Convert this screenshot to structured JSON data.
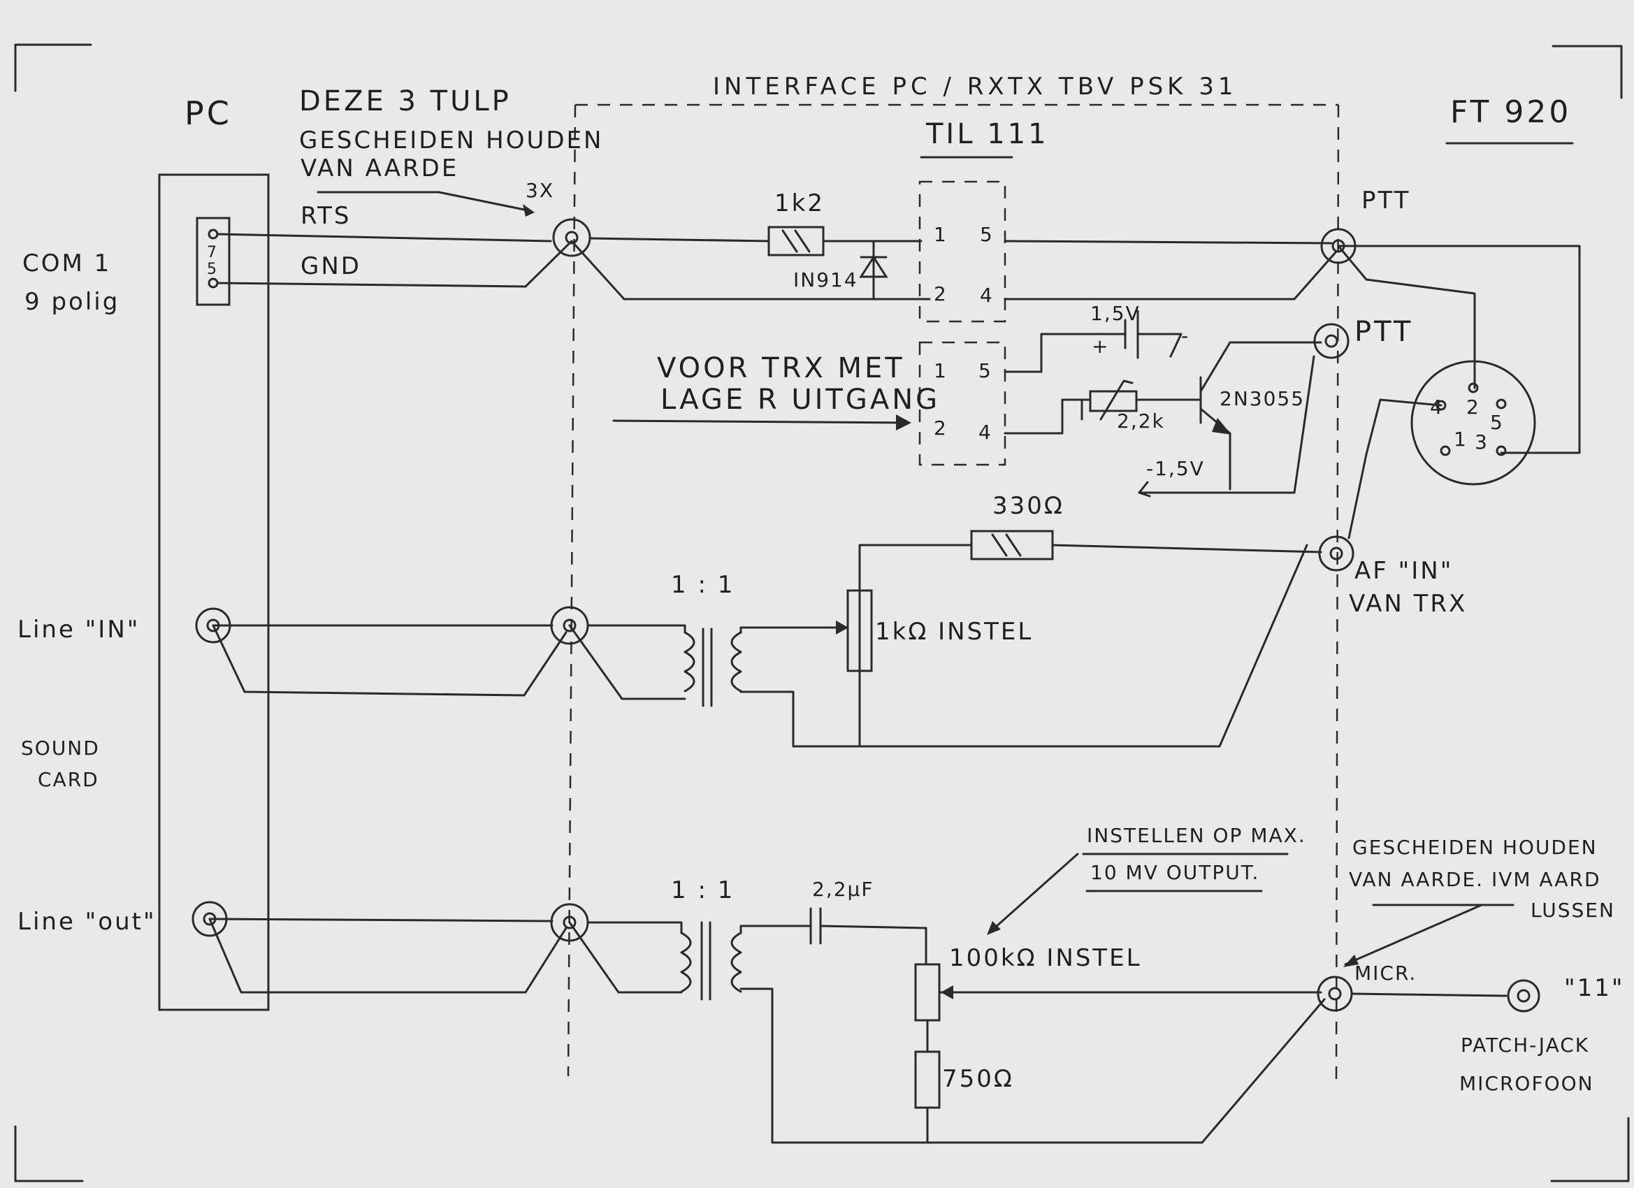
{
  "title": "INTERFACE  PC / RXTX  TBV PSK 31",
  "labels": {
    "pc": "PC",
    "ft920": "FT 920",
    "til111": "TIL 111",
    "deze_line1": "DEZE 3 TULP",
    "deze_line2": "GESCHEIDEN HOUDEN",
    "deze_line3": "VAN AARDE",
    "three_x": "3X",
    "com1": "COM 1",
    "polig": "9 polig",
    "pin7": "7",
    "pin5": "5",
    "rts": "RTS",
    "gnd": "GND",
    "r1k2": "1k2",
    "in914": "IN914",
    "opto1_p1": "1",
    "opto1_p2": "2",
    "opto1_p5": "5",
    "opto1_p4": "4",
    "opto2_p1": "1",
    "opto2_p2": "2",
    "opto2_p5": "5",
    "opto2_p4": "4",
    "ptt1": "PTT",
    "ptt2": "PTT",
    "v15": "1,5V",
    "plus": "+",
    "minus": "-",
    "minus15": "-1,5V",
    "pot22k": "2,2k",
    "q2n3055": "2N3055",
    "voor_line1": "VOOR TRX MET",
    "voor_line2": "LAGE R UITGANG",
    "din4": "4",
    "din2": "2",
    "din5": "5",
    "din1": "1",
    "din3": "3",
    "r330": "330Ω",
    "afin_line1": "AF \"IN\"",
    "afin_line2": "VAN TRX",
    "ratio1": "1 : 1",
    "ratio2": "1 : 1",
    "pot1k": "1kΩ INSTEL",
    "line_in": "Line \"IN\"",
    "sound": "SOUND",
    "card": "CARD",
    "line_out": "Line \"out\"",
    "cap22": "2,2µF",
    "pot100k": "100kΩ INSTEL",
    "r750": "750Ω",
    "instellen_line1": "INSTELLEN OP MAX.",
    "instellen_line2": "10 MV OUTPUT.",
    "gesch2_line1": "GESCHEIDEN HOUDEN",
    "gesch2_line2": "VAN AARDE. IVM AARD",
    "gesch2_line3": "LUSSEN",
    "micr": "MICR.",
    "quote11": "\"11\"",
    "patch_line1": "PATCH-JACK",
    "patch_line2": "MICROFOON"
  }
}
